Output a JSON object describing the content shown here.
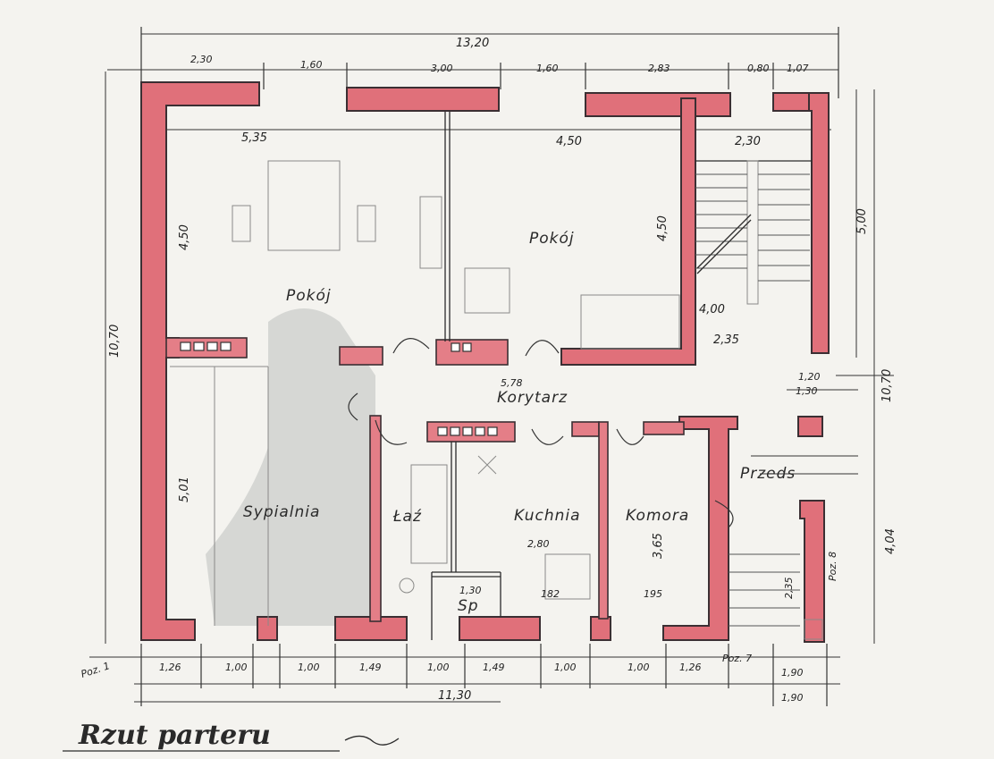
{
  "title": "Rzut parteru",
  "rooms": {
    "pokoj_left": "Pokój",
    "pokoj_right": "Pokój",
    "korytarz": "Korytarz",
    "sypialnia": "Sypialnia",
    "lazienka": "Łaź",
    "kuchnia": "Kuchnia",
    "komora": "Komora",
    "przedsionek": "Przeds",
    "spizarnia": "Sp"
  },
  "dimensions": {
    "overall_width": "13,20",
    "overall_height": "10,70",
    "right_height": "10,70",
    "top_1": "2,30",
    "top_2": "1,60",
    "top_3": "3,00",
    "top_4": "1,60",
    "top_5": "2,83",
    "top_6": "0,80",
    "top_7": "1,07",
    "room_w_1": "5,35",
    "room_w_2": "4,50",
    "room_w_3": "2,30",
    "room_h_1": "4,50",
    "room_h_2": "4,50",
    "stair_h": "5,00",
    "stair_1": "4,00",
    "stair_2": "2,35",
    "corridor": "5,78",
    "kuchnia_w": "2,80",
    "komora_h": "3,65",
    "sypialnia_h": "5,01",
    "sp_w": "1,30",
    "bottom_1": "1,26",
    "bottom_2": "1,00",
    "bottom_3": "1,00",
    "bottom_4": "1,49",
    "bottom_5": "1,00",
    "bottom_6": "1,49",
    "bottom_7": "1,00",
    "bottom_8": "1,00",
    "bottom_9": "1,26",
    "bottom_10": "1,90",
    "bottom_total": "11,30",
    "bottom_right": "1,90",
    "kitchen_182": "182",
    "komora_195": "195",
    "right_1": "1,20",
    "right_2": "1,30",
    "right_3": "2,35",
    "right_4": "4,04",
    "poz_1": "Poz. 1",
    "poz_7": "Poz. 7",
    "poz_8": "Poz. 8"
  }
}
